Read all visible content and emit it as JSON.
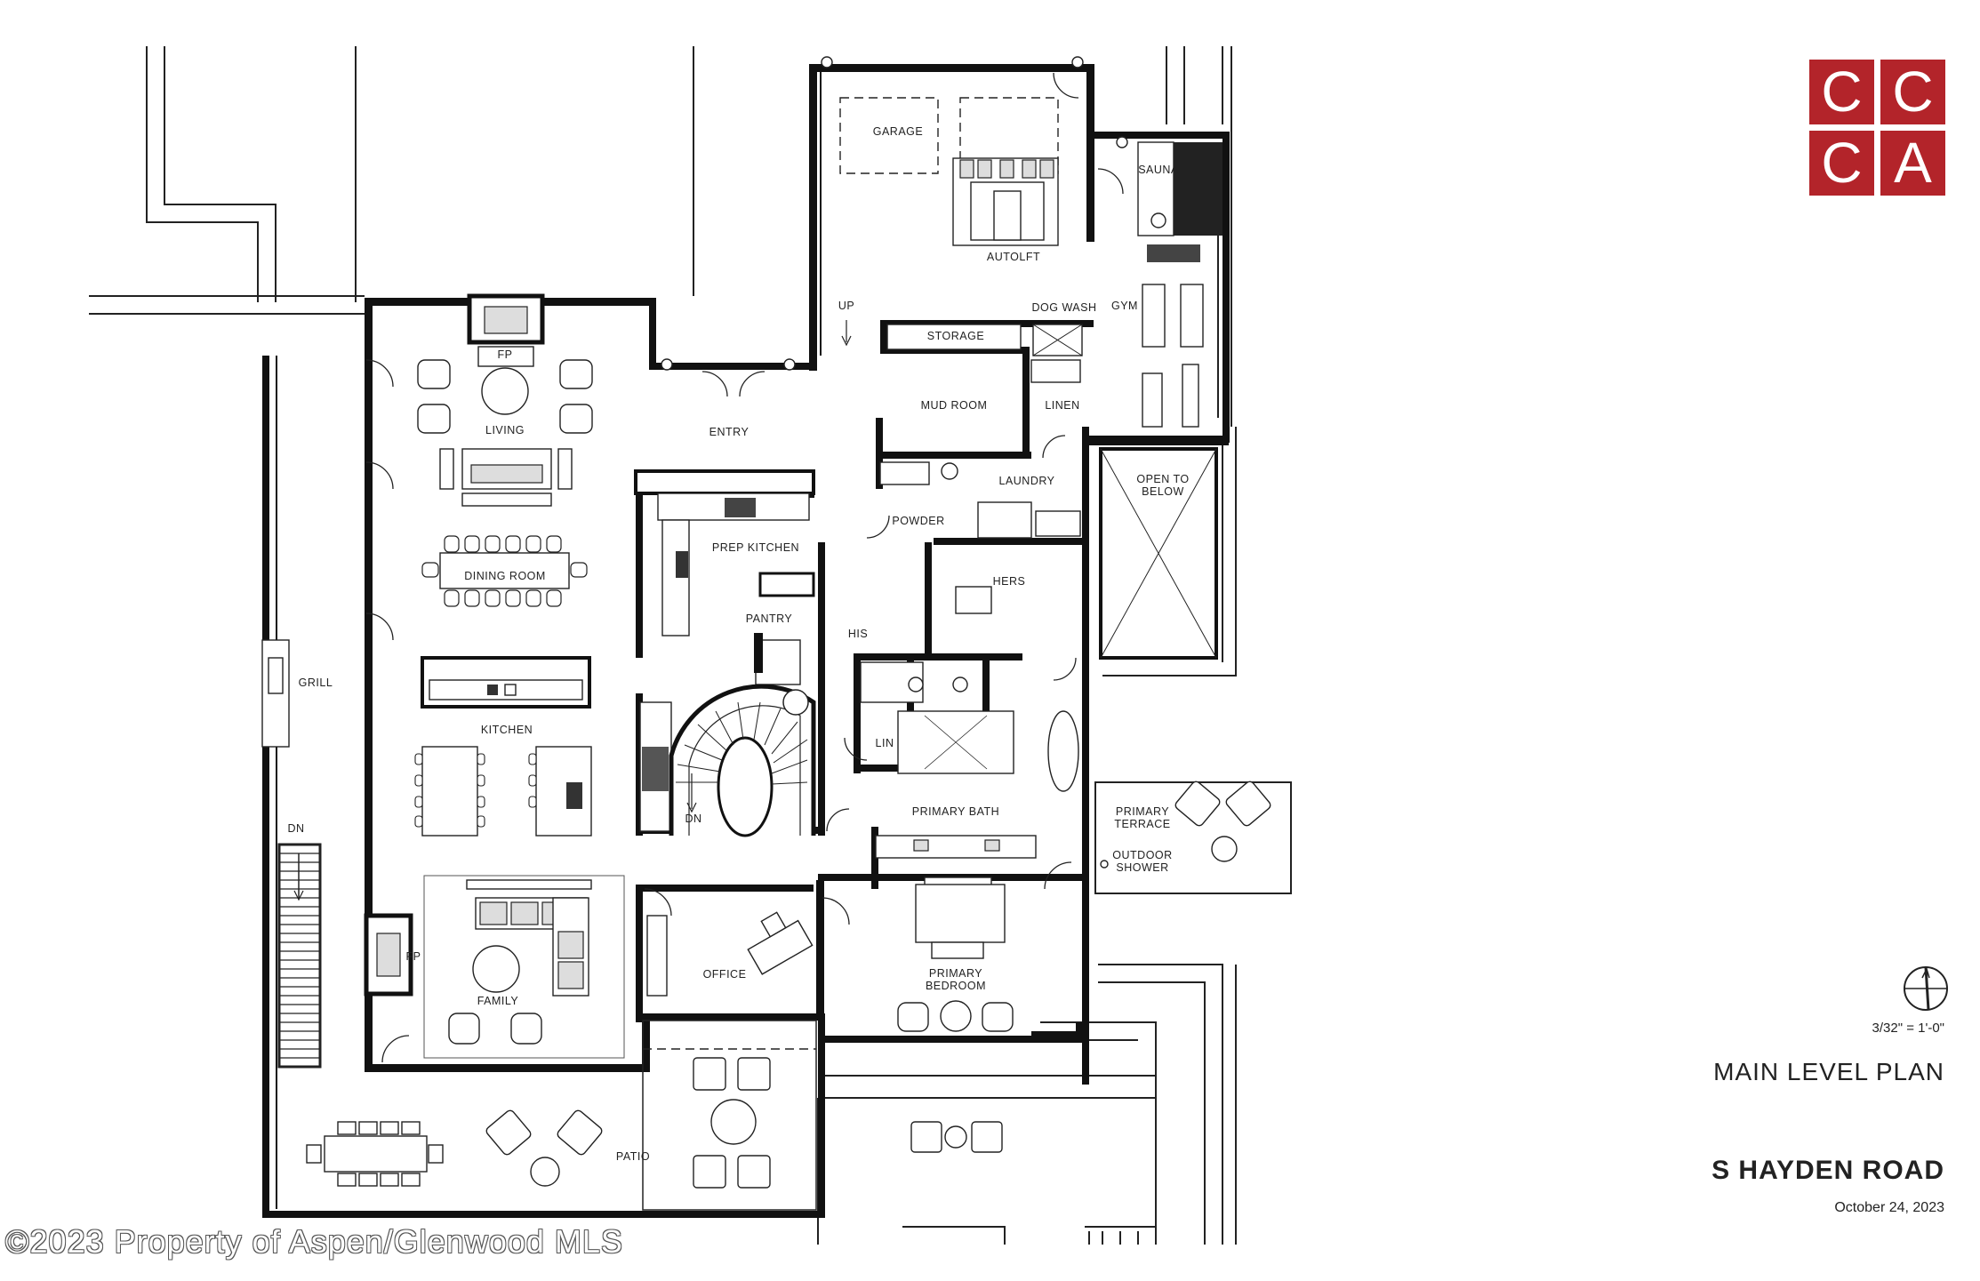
{
  "rooms": {
    "garage": "GARAGE",
    "autolift": "AUTOLFT",
    "sauna": "SAUNA",
    "gym": "GYM",
    "dog_wash": "DOG WASH",
    "storage": "STORAGE",
    "up": "UP",
    "fp_top": "FP",
    "living": "LIVING",
    "entry": "ENTRY",
    "mud_room": "MUD ROOM",
    "linen": "LINEN",
    "laundry": "LAUNDRY",
    "open_to_below_1": "OPEN TO",
    "open_to_below_2": "BELOW",
    "powder": "POWDER",
    "prep_kitchen": "PREP KITCHEN",
    "dining_room": "DINING ROOM",
    "hers": "HERS",
    "his": "HIS",
    "pantry": "PANTRY",
    "grill": "GRILL",
    "kitchen": "KITCHEN",
    "lin": "LIN",
    "primary_terrace_1": "PRIMARY",
    "primary_terrace_2": "TERRACE",
    "outdoor_shower_1": "OUTDOOR",
    "outdoor_shower_2": "SHOWER",
    "primary_bath": "PRIMARY BATH",
    "dn_stair": "DN",
    "dn_outside": "DN",
    "fp_family": "FP",
    "family": "FAMILY",
    "office": "OFFICE",
    "primary_bedroom_1": "PRIMARY",
    "primary_bedroom_2": "BEDROOM",
    "patio": "PATIO"
  },
  "logo": {
    "letters": [
      "C",
      "C",
      "C",
      "A"
    ],
    "color": "#b3242a"
  },
  "title_block": {
    "scale": "3/32\" = 1'-0\"",
    "plan_title": "MAIN LEVEL PLAN",
    "project": "S HAYDEN ROAD",
    "date": "October 24, 2023"
  },
  "watermark": "©2023 Property of Aspen/Glenwood MLS",
  "icons": {
    "north_arrow": "north-arrow-icon"
  }
}
